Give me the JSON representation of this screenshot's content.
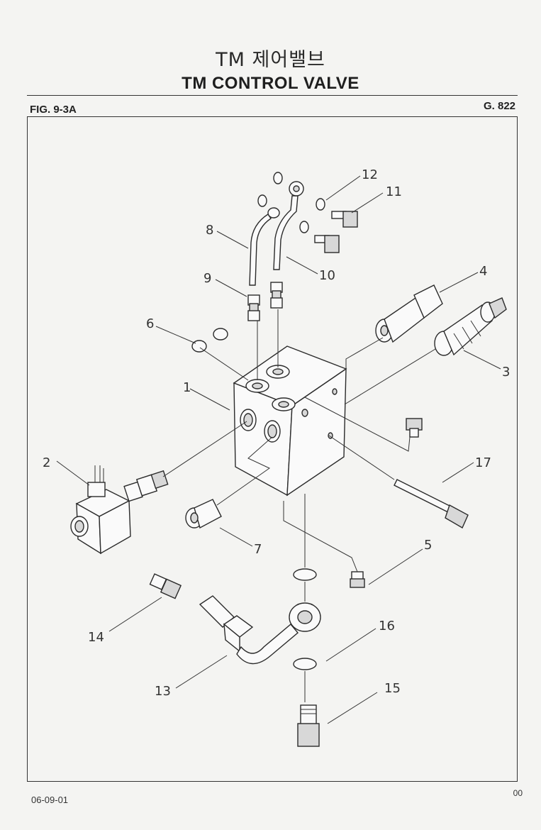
{
  "header": {
    "title_ko": "TM 제어밸브",
    "title_en": "TM CONTROL VALVE",
    "fig_label": "FIG. 9-3A",
    "group_label": "G. 822"
  },
  "callouts": [
    "1",
    "2",
    "3",
    "4",
    "5",
    "6",
    "7",
    "8",
    "9",
    "10",
    "11",
    "12",
    "13",
    "14",
    "15",
    "16",
    "17"
  ],
  "footer": {
    "date": "06-09-01",
    "revision": "00"
  }
}
